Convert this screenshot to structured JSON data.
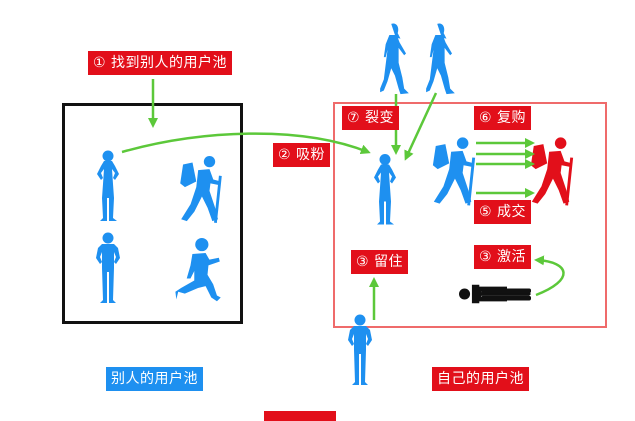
{
  "colors": {
    "blue": "#1e90f0",
    "red": "#e20f1a",
    "green": "#5cc83a",
    "black": "#111111",
    "pool_border_red": "#ef6b6b"
  },
  "steps": {
    "find_pool": "① 找到别人的用户池",
    "attract": "② 吸粉",
    "retain": "③ 留住",
    "activate": "③ 激活",
    "convert": "⑤ 成交",
    "repurchase": "⑥ 复购",
    "fission": "⑦ 裂变"
  },
  "pools": {
    "others": "别人的用户池",
    "own": "自己的用户池"
  },
  "figures": {
    "others_pool": [
      "woman-standing-icon",
      "hiker-icon",
      "man-standing-icon",
      "runner-icon"
    ],
    "incoming_walkers": [
      "walking-woman-icon",
      "walking-woman-icon"
    ],
    "own_pool": [
      "woman-standing-icon",
      "hiker-icon",
      "hiker-red-icon",
      "lying-person-icon"
    ],
    "entering": "man-standing-icon"
  }
}
